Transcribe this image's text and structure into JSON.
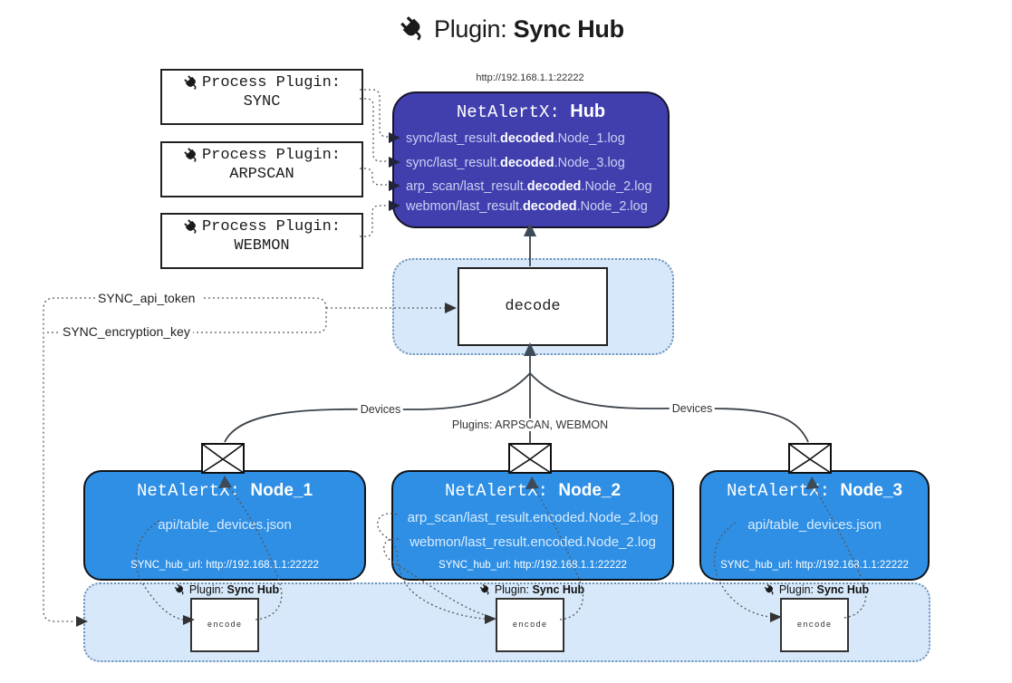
{
  "title": {
    "label": "Plugin:",
    "label_bold": "Sync Hub"
  },
  "hub": {
    "url": "http://192.168.1.1:22222",
    "name": "NetAlertX:",
    "name_bold": "Hub",
    "files": [
      {
        "pre": "sync/last_result.",
        "mid": "decoded",
        "post": ".Node_1.log"
      },
      {
        "pre": "sync/last_result.",
        "mid": "decoded",
        "post": ".Node_3.log"
      },
      {
        "pre": "arp_scan/last_result.",
        "mid": "decoded",
        "post": ".Node_2.log"
      },
      {
        "pre": "webmon/last_result.",
        "mid": "decoded",
        "post": ".Node_2.log"
      }
    ]
  },
  "process_plugins": [
    {
      "label": "Process Plugin:",
      "name": "SYNC"
    },
    {
      "label": "Process Plugin:",
      "name": "ARPSCAN"
    },
    {
      "label": "Process Plugin:",
      "name": "WEBMON"
    }
  ],
  "settings": {
    "api_token": "SYNC_api_token",
    "encryption_key": "SYNC_encryption_key"
  },
  "decode": {
    "label": "decode"
  },
  "edge_labels": {
    "left": "Devices",
    "center": "Plugins: ARPSCAN, WEBMON",
    "right": "Devices"
  },
  "nodes": [
    {
      "name": "NetAlertX:",
      "name_bold": "Node_1",
      "files": [
        "api/table_devices.json"
      ],
      "hub_url": "SYNC_hub_url: http://192.168.1.1:22222"
    },
    {
      "name": "NetAlertX:",
      "name_bold": "Node_2",
      "files": [
        "arp_scan/last_result.encoded.Node_2.log",
        "webmon/last_result.encoded.Node_2.log"
      ],
      "hub_url": "SYNC_hub_url: http://192.168.1.1:22222"
    },
    {
      "name": "NetAlertX:",
      "name_bold": "Node_3",
      "files": [
        "api/table_devices.json"
      ],
      "hub_url": "SYNC_hub_url: http://192.168.1.1:22222"
    }
  ],
  "encoders": [
    {
      "plugin_label": "Plugin:",
      "plugin_bold": "Sync Hub",
      "box": "encode"
    },
    {
      "plugin_label": "Plugin:",
      "plugin_bold": "Sync Hub",
      "box": "encode"
    },
    {
      "plugin_label": "Plugin:",
      "plugin_bold": "Sync Hub",
      "box": "encode"
    }
  ],
  "colors": {
    "hub_fill": "#413fae",
    "node_fill": "#2e8fe5",
    "band_fill": "#d7e8fa",
    "band_border": "#6f94b8",
    "line": "#3c434b",
    "dotted": "#5a5a5a"
  }
}
